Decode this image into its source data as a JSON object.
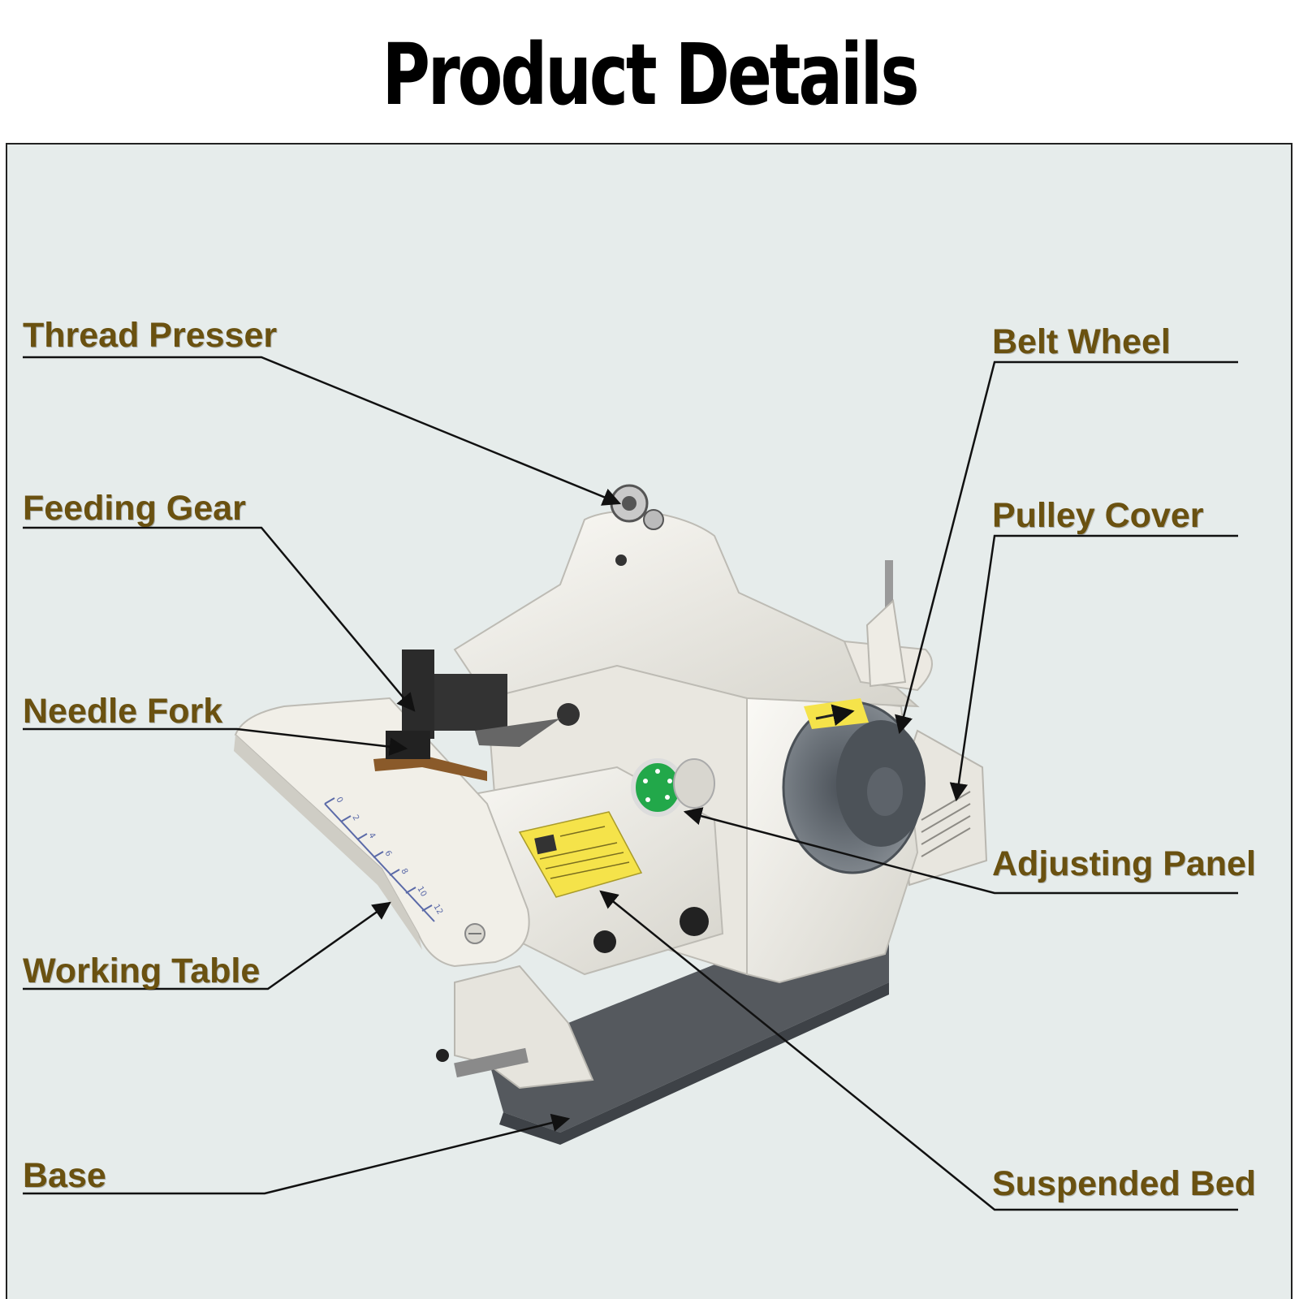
{
  "title": "Product Details",
  "colors": {
    "label": "#6a5110",
    "panel_background": "#e6eceb",
    "machine_body": "#f2f0ea",
    "machine_shadow": "#c9c7c0",
    "base": "#55595e",
    "wheel": "#6e757c",
    "dial": "#22a84a",
    "warning_label": "#f5e34a"
  },
  "labels": {
    "thread_presser": "Thread Presser",
    "feeding_gear": "Feeding Gear",
    "needle_fork": "Needle Fork",
    "working_table": "Working Table",
    "base": "Base",
    "belt_wheel": "Belt Wheel",
    "pulley_cover": "Pulley Cover",
    "adjusting_panel": "Adjusting Panel",
    "suspended_bed": "Suspended Bed"
  },
  "ruler_ticks": [
    "0",
    "2",
    "4",
    "6",
    "8",
    "10",
    "12"
  ]
}
